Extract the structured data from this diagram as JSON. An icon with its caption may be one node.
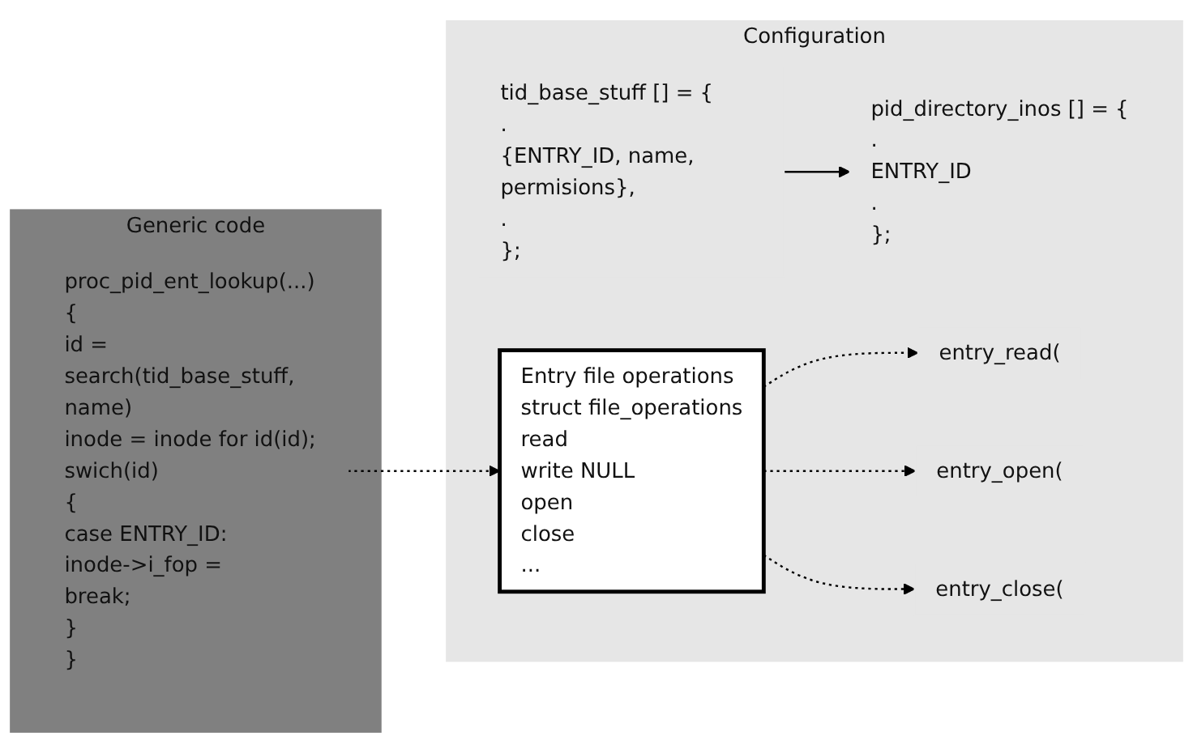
{
  "diagram": {
    "nodes": [
      {
        "text": [
          "Configuration"
        ]
      },
      {
        "text": [
          "tid_base_stuff [] = {",
          ".",
          "{ENTRY_ID, name, permisions},",
          ".",
          "};"
        ],
        "in": 0
      },
      {
        "text": [
          "pid_directory_inos [] = {",
          ".",
          "ENTRY_ID",
          ".",
          "};"
        ],
        "in": 0
      },
      {
        "text": [
          "Entry file operations",
          "struct file_operations",
          "read",
          "write NULL",
          "open",
          "close",
          "..."
        ],
        "in": 0
      },
      {
        "text": [
          "entry_read("
        ],
        "in": 0
      },
      {
        "text": [
          "entry_open("
        ],
        "in": 0
      },
      {
        "text": [
          "entry_close("
        ],
        "in": 0
      },
      {
        "text": [
          "Generic code"
        ]
      },
      {
        "text": [
          "proc_pid_ent_lookup(...) {",
          "id = search(tid_base_stuff, name)",
          "inode = inode for id(id);",
          "swich(id)",
          "{",
          "case ENTRY_ID:",
          "inode->i_fop =",
          "break;",
          "}",
          "}"
        ],
        "in": 7
      }
    ],
    "edges": [
      {
        "from": 1,
        "to": 2,
        "arrow": "to"
      },
      {
        "from": 3,
        "to": 4,
        "arrow": "to",
        "style": "dashed"
      },
      {
        "from": 3,
        "to": 5,
        "arrow": "to",
        "style": "dashed"
      },
      {
        "from": 3,
        "to": 6,
        "arrow": "to",
        "style": "dashed"
      },
      {
        "from": 8,
        "to": 3,
        "arrow": "to",
        "style": "dashed"
      }
    ]
  }
}
